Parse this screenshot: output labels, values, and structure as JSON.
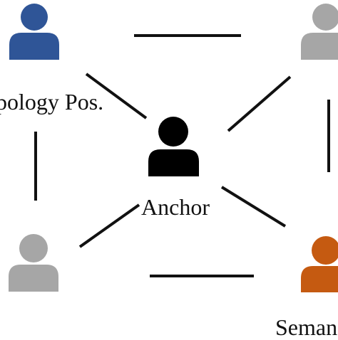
{
  "labels": {
    "topology": "pology Pos.",
    "anchor": "Anchor",
    "semantic": "Seman"
  },
  "colors": {
    "anchor": "#000000",
    "topology_positive": "#2f5597",
    "semantic_positive": "#c55a11",
    "other": "#a6a6a6",
    "edge": "#111111"
  },
  "nodes": [
    {
      "id": "topology-positive",
      "role": "topology-positive",
      "color": "#2f5597",
      "icon": "person-icon"
    },
    {
      "id": "top-right",
      "role": "other",
      "color": "#a6a6a6",
      "icon": "person-icon"
    },
    {
      "id": "anchor",
      "role": "anchor",
      "color": "#000000",
      "icon": "person-icon"
    },
    {
      "id": "bottom-left",
      "role": "other",
      "color": "#a6a6a6",
      "icon": "person-icon"
    },
    {
      "id": "semantic-positive",
      "role": "semantic-positive",
      "color": "#c55a11",
      "icon": "person-icon"
    }
  ]
}
